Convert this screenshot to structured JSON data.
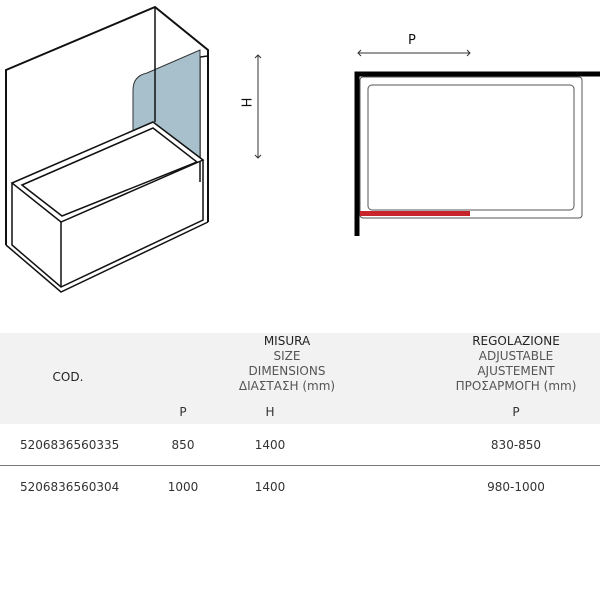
{
  "diagram": {
    "height_label": "H",
    "width_label": "P",
    "glass_color": "#a7c0cc",
    "profile_color": "#c8242c"
  },
  "table": {
    "code_header": "COD.",
    "size_header": [
      "MISURA",
      "SIZE",
      "DIMENSIONS",
      "ΔΙΑΣΤΑΣΗ (mm)"
    ],
    "adjust_header": [
      "REGOLAZIONE",
      "ADJUSTABLE",
      "AJUSTEMENT",
      "ΠΡΟΣΑΡΜΟΓΗ (mm)"
    ],
    "sub_headers": {
      "size_p": "P",
      "size_h": "H",
      "adjust_p": "P"
    },
    "rows": [
      {
        "code": "5206836560335",
        "p": "850",
        "h": "1400",
        "adjust": "830-850"
      },
      {
        "code": "5206836560304",
        "p": "1000",
        "h": "1400",
        "adjust": "980-1000"
      }
    ]
  }
}
